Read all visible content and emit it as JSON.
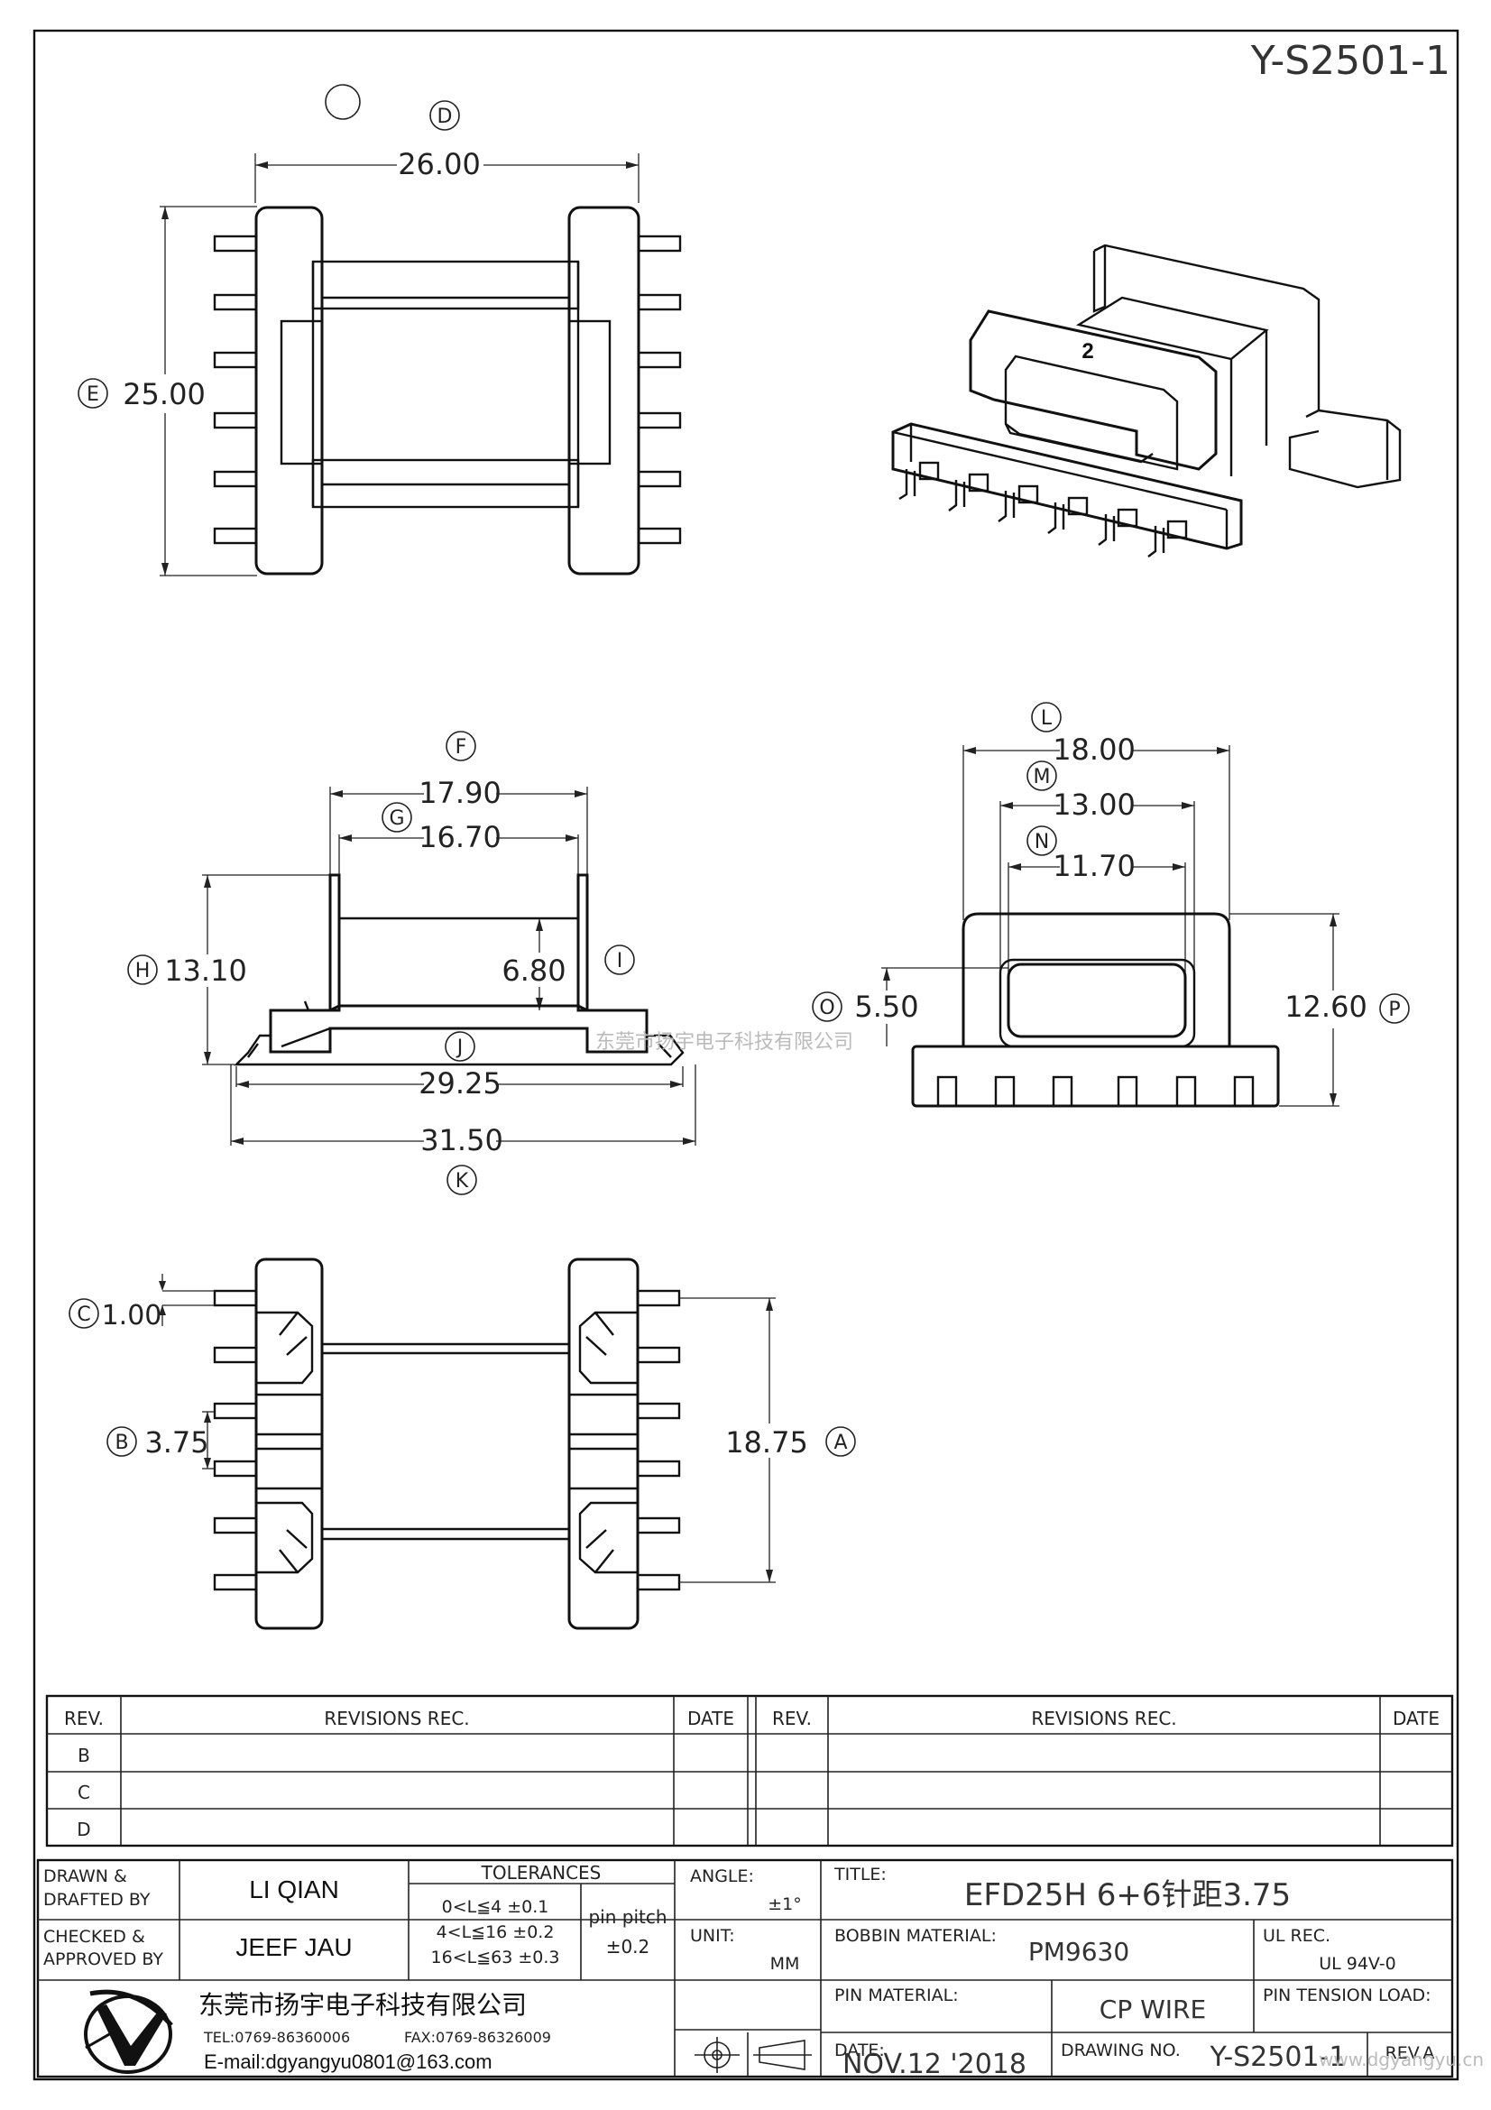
{
  "drawing_code": "Y-S2501-1",
  "watermark_company": "东莞市扬宇电子科技有限公司",
  "website": "www.dgyangyu.cn",
  "dimensions": {
    "D": {
      "letter": "D",
      "value": "26.00"
    },
    "E": {
      "letter": "E",
      "value": "25.00"
    },
    "F": {
      "letter": "F",
      "value": "17.90"
    },
    "G": {
      "letter": "G",
      "value": "16.70"
    },
    "H": {
      "letter": "H",
      "value": "13.10"
    },
    "I": {
      "letter": "I",
      "value": "6.80"
    },
    "J": {
      "letter": "J",
      "value": "29.25"
    },
    "K": {
      "letter": "K",
      "value": "31.50"
    },
    "L": {
      "letter": "L",
      "value": "18.00"
    },
    "M": {
      "letter": "M",
      "value": "13.00"
    },
    "N": {
      "letter": "N",
      "value": "11.70"
    },
    "O": {
      "letter": "O",
      "value": "5.50"
    },
    "P": {
      "letter": "P",
      "value": "12.60"
    },
    "C": {
      "letter": "C",
      "value": "1.00"
    },
    "B": {
      "letter": "B",
      "value": "3.75"
    },
    "A": {
      "letter": "A",
      "value": "18.75"
    }
  },
  "iso_label": "2",
  "revisions": {
    "rev_header": "REV.",
    "rec_header": "REVISIONS   REC.",
    "date_header": "DATE",
    "rows": [
      "B",
      "C",
      "D"
    ]
  },
  "title_block": {
    "drawn_label_1": "DRAWN &",
    "drawn_label_2": "DRAFTED BY",
    "drawn_name": "LI QIAN",
    "checked_label_1": "CHECKED &",
    "checked_label_2": "APPROVED BY",
    "checked_name": "JEEF JAU",
    "tolerances_header": "TOLERANCES",
    "tol_1": "0<L≦4    ±0.1",
    "tol_2": "4<L≦16  ±0.2",
    "tol_3": "16<L≦63  ±0.3",
    "pin_pitch_label": "pin pitch",
    "pin_pitch_value": "±0.2",
    "angle_label": "ANGLE:",
    "angle_value": "±1°",
    "unit_label": "UNIT:",
    "unit_value": "MM",
    "title_label": "TITLE:",
    "title_value": "EFD25H  6+6针距3.75",
    "bobbin_label": "BOBBIN MATERIAL:",
    "bobbin_value": "PM9630",
    "ul_label": "UL REC.",
    "ul_value": "UL 94V-0",
    "pin_material_label": "PIN MATERIAL:",
    "pin_material_value": "CP WIRE",
    "pin_tension_label": "PIN TENSION LOAD:",
    "date_label": "DATE:",
    "date_value": "NOV.12 '2018",
    "drawing_no_label": "DRAWING NO.",
    "drawing_no_value": "Y-S2501-1",
    "rev_value": "REV.A",
    "company_name": "东莞市扬宇电子科技有限公司",
    "tel": "TEL:0769-86360006",
    "fax": "FAX:0769-86326009",
    "email": "E-mail:dgyangyu0801@163.com"
  }
}
